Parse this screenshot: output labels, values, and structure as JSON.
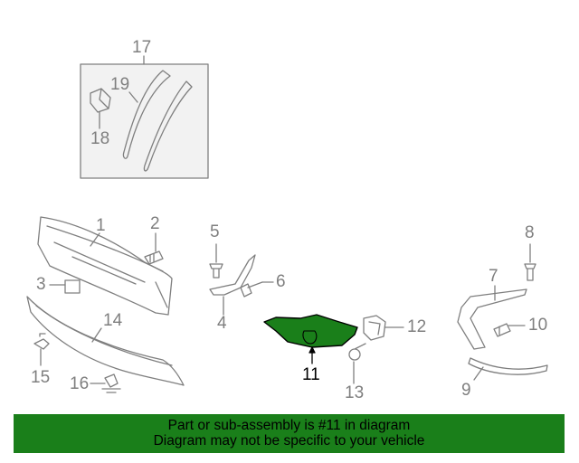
{
  "diagram": {
    "callouts": [
      {
        "id": "c17",
        "label": "17"
      },
      {
        "id": "c19",
        "label": "19"
      },
      {
        "id": "c18",
        "label": "18"
      },
      {
        "id": "c1",
        "label": "1"
      },
      {
        "id": "c2",
        "label": "2"
      },
      {
        "id": "c3",
        "label": "3"
      },
      {
        "id": "c14",
        "label": "14"
      },
      {
        "id": "c15",
        "label": "15"
      },
      {
        "id": "c16",
        "label": "16"
      },
      {
        "id": "c5",
        "label": "5"
      },
      {
        "id": "c6",
        "label": "6"
      },
      {
        "id": "c4",
        "label": "4"
      },
      {
        "id": "c11",
        "label": "11"
      },
      {
        "id": "c12",
        "label": "12"
      },
      {
        "id": "c13",
        "label": "13"
      },
      {
        "id": "c8",
        "label": "8"
      },
      {
        "id": "c7",
        "label": "7"
      },
      {
        "id": "c10",
        "label": "10"
      },
      {
        "id": "c9",
        "label": "9"
      }
    ],
    "highlight_part": "11",
    "colors": {
      "line": "#7f7f7f",
      "highlight_fill": "#1a7f1a",
      "highlight_stroke": "#000000",
      "inset_fill": "#f2f2f2"
    }
  },
  "banner": {
    "line1": "Part or sub-assembly is #11 in diagram",
    "line2": "Diagram may not be specific to your vehicle",
    "color": "#1a7f1a"
  }
}
